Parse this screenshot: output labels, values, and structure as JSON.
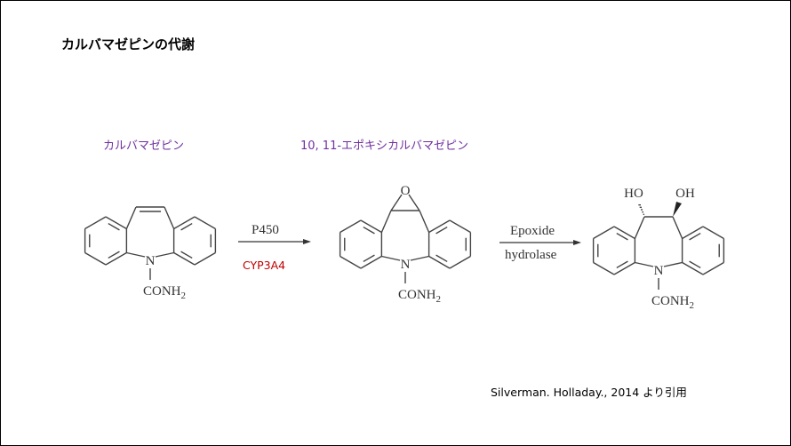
{
  "title": "カルバマゼピンの代謝",
  "labels": {
    "carbamazepine": "カルバマゼピン",
    "epoxide": "10, 11-エポキシカルバマゼピン"
  },
  "reaction1": {
    "above": "P450",
    "below": "CYP3A4"
  },
  "reaction2": {
    "above": "Epoxide",
    "below": "hydrolase"
  },
  "atoms": {
    "n": "N",
    "conh2": "CONH",
    "sub2": "2",
    "o": "O",
    "ho": "HO",
    "oh": "OH"
  },
  "citation": "Silverman. Holladay., 2014 より引用",
  "colors": {
    "label": "#7030a0",
    "enzyme": "#c00000"
  }
}
